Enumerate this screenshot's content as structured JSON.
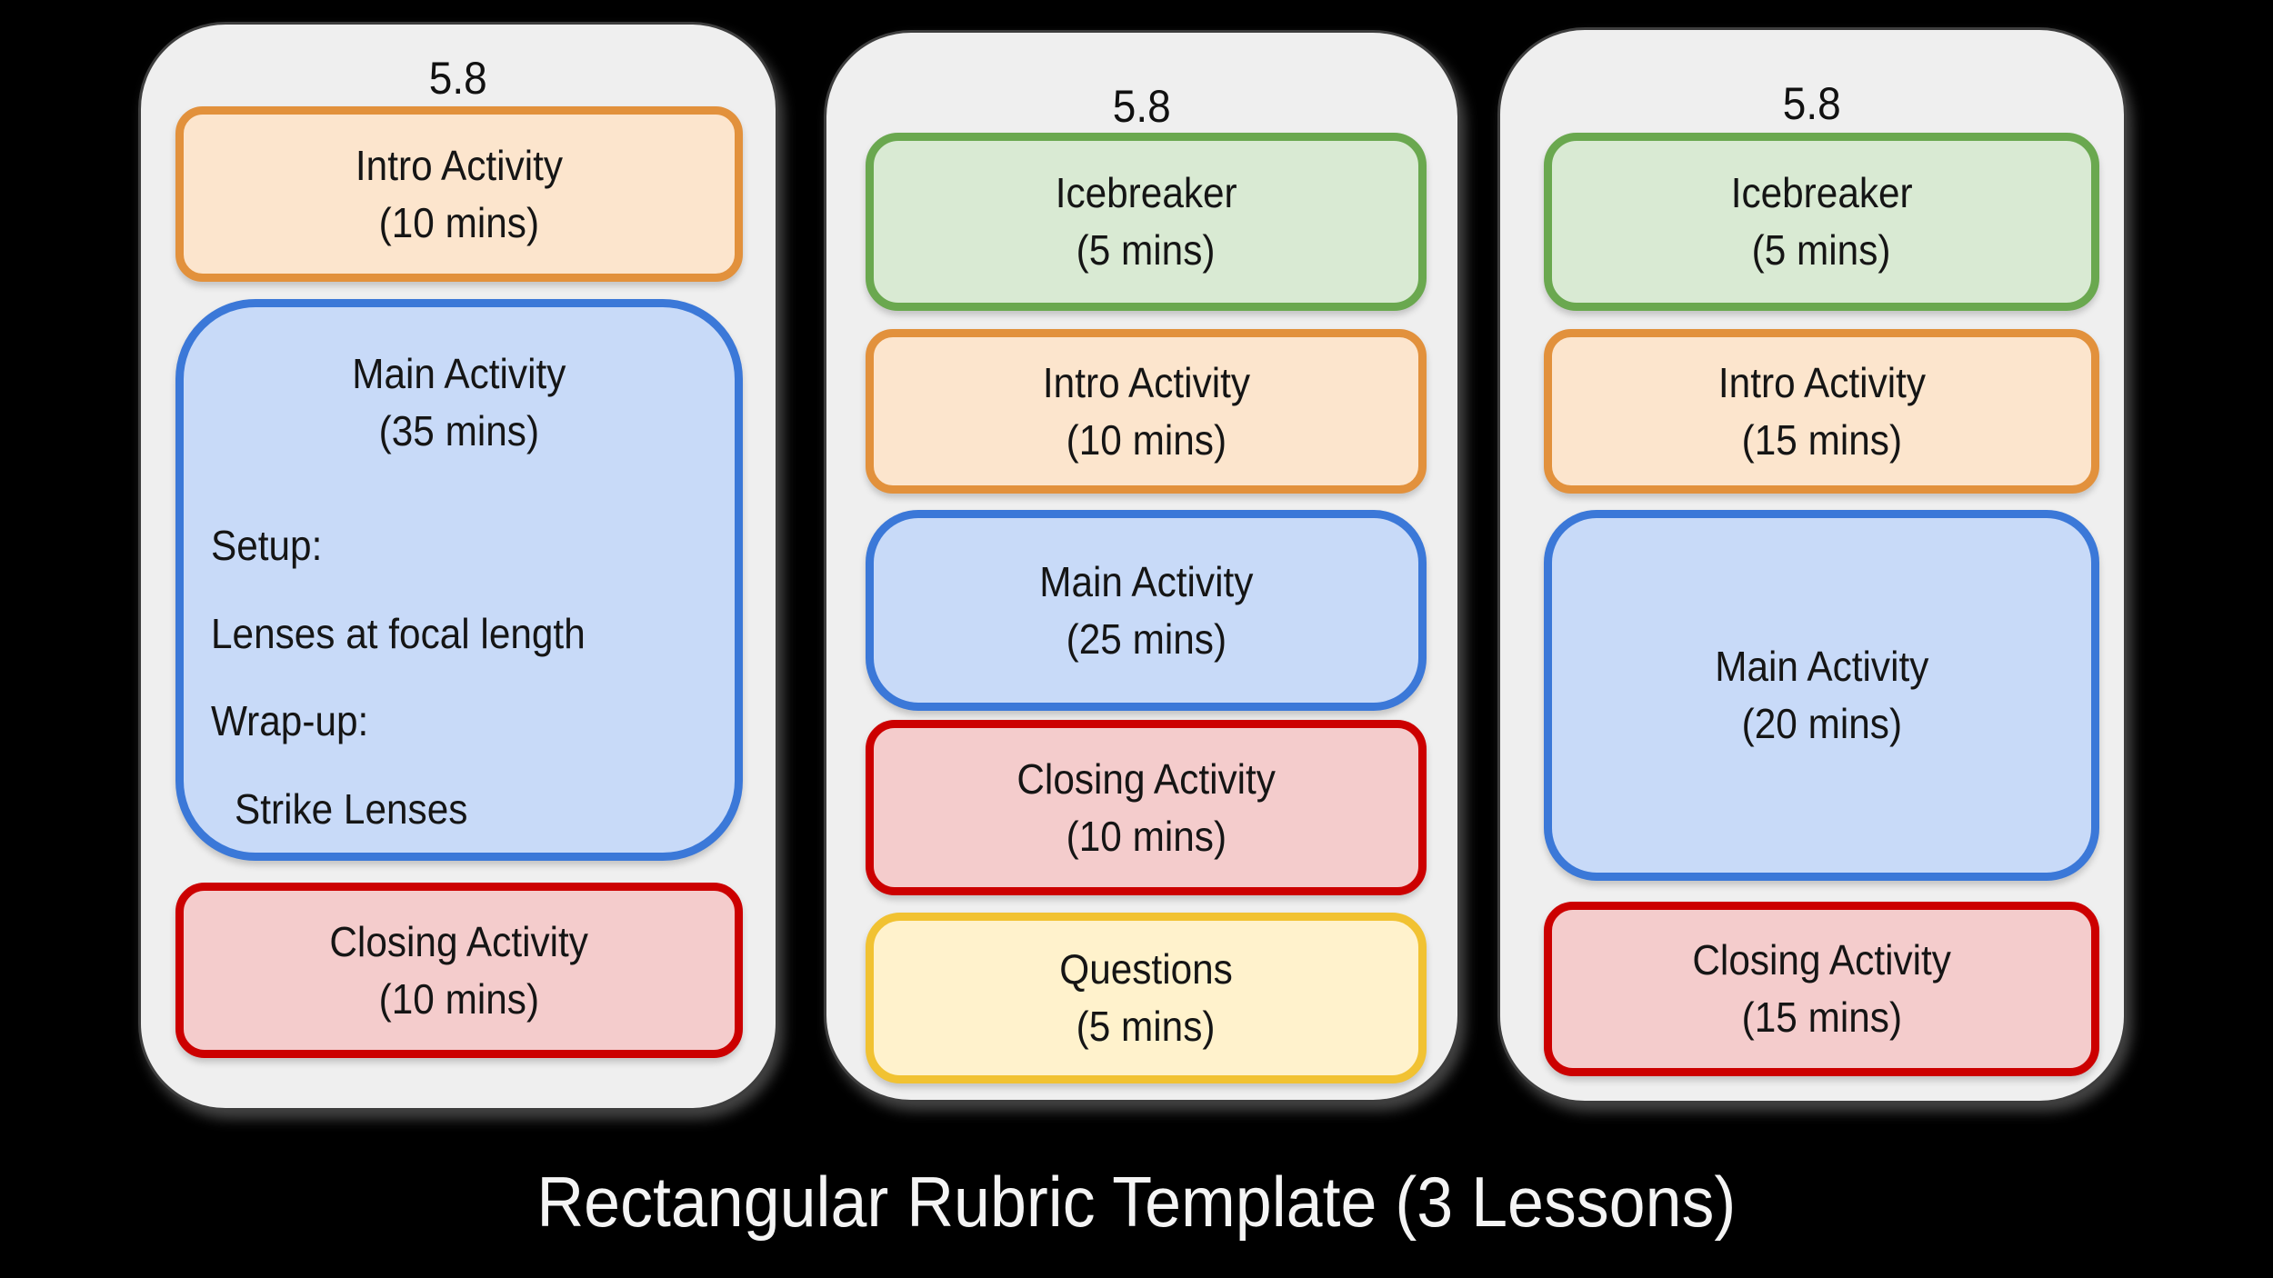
{
  "title": {
    "text": "Rectangular Rubric Template (3 Lessons)"
  },
  "palette": {
    "background": "#000000",
    "card_fill": "#efefef",
    "card_border": "#3d3d3d",
    "text": "#151515",
    "title_text": "#f4f4f4",
    "intro": {
      "fill": "#fce5cd",
      "border": "#e2913c"
    },
    "main": {
      "fill": "#c8daf8",
      "border": "#3b78d8"
    },
    "closing": {
      "fill": "#f4cccc",
      "border": "#cc0000"
    },
    "icebreaker": {
      "fill": "#d9ead3",
      "border": "#6aa84f"
    },
    "questions": {
      "fill": "#fff2cc",
      "border": "#f1c232"
    }
  },
  "cards": [
    {
      "header": "5.8",
      "blocks": [
        {
          "kind": "intro",
          "label": "Intro Activity",
          "duration": "(10 mins)"
        },
        {
          "kind": "main",
          "label": "Main Activity",
          "duration": "(35 mins)",
          "details": [
            "Setup:",
            "Lenses at focal length",
            "Wrap-up:",
            "Strike Lenses"
          ]
        },
        {
          "kind": "closing",
          "label": "Closing Activity",
          "duration": "(10 mins)"
        }
      ]
    },
    {
      "header": "5.8",
      "blocks": [
        {
          "kind": "icebreaker",
          "label": "Icebreaker",
          "duration": "(5 mins)"
        },
        {
          "kind": "intro",
          "label": "Intro Activity",
          "duration": "(10 mins)"
        },
        {
          "kind": "main",
          "label": "Main Activity",
          "duration": "(25 mins)"
        },
        {
          "kind": "closing",
          "label": "Closing Activity",
          "duration": "(10 mins)"
        },
        {
          "kind": "questions",
          "label": "Questions",
          "duration": "(5 mins)"
        }
      ]
    },
    {
      "header": "5.8",
      "blocks": [
        {
          "kind": "icebreaker",
          "label": "Icebreaker",
          "duration": "(5 mins)"
        },
        {
          "kind": "intro",
          "label": "Intro Activity",
          "duration": "(15 mins)"
        },
        {
          "kind": "main",
          "label": "Main Activity",
          "duration": "(20 mins)"
        },
        {
          "kind": "closing",
          "label": "Closing Activity",
          "duration": "(15 mins)"
        }
      ]
    }
  ]
}
